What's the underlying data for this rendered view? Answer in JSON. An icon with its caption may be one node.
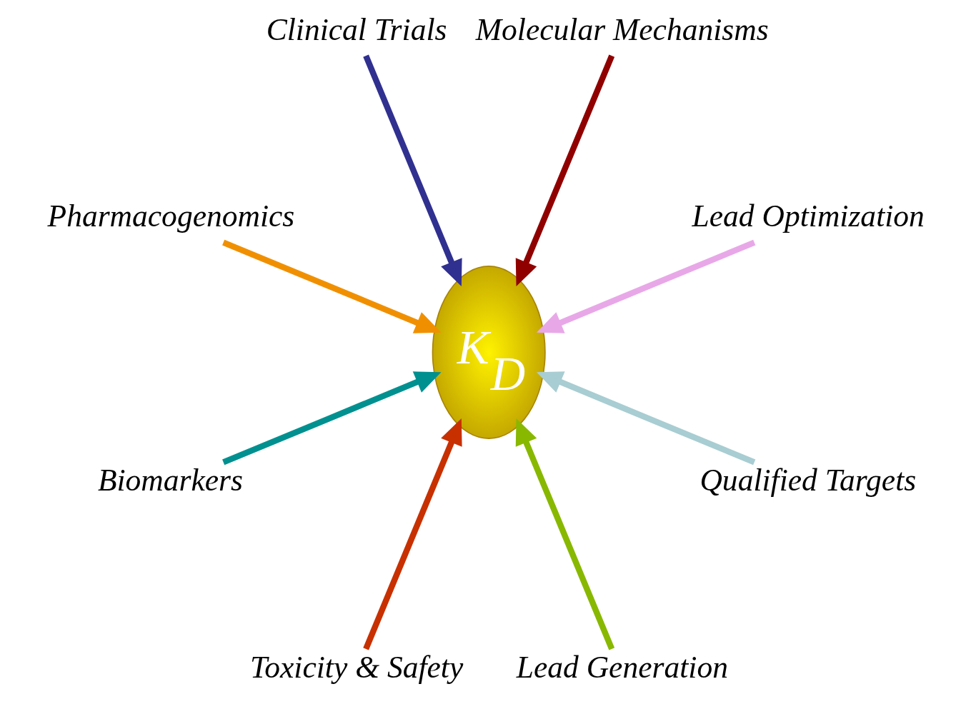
{
  "diagram": {
    "nodes": [
      {
        "text": [
          "K$_{D}$"
        ]
      },
      {
        "text": [
          "Qualified Targets"
        ]
      },
      {
        "text": [
          "Lead Generation"
        ]
      },
      {
        "text": [
          "Toxicity & Safety"
        ]
      },
      {
        "text": [
          "Biomarkers"
        ]
      },
      {
        "text": [
          "Pharmacogenomics"
        ]
      },
      {
        "text": [
          "Clinical Trials"
        ]
      },
      {
        "text": [
          "Molecular Mechanisms"
        ]
      },
      {
        "text": [
          "Lead Optimization"
        ]
      }
    ],
    "edges": [
      {
        "from": 1,
        "to": 0,
        "arrow": "to",
        "color": "#a8cdd2"
      },
      {
        "from": 2,
        "to": 0,
        "arrow": "to",
        "color": "#88b800"
      },
      {
        "from": 3,
        "to": 0,
        "arrow": "to",
        "color": "#c83000"
      },
      {
        "from": 4,
        "to": 0,
        "arrow": "to",
        "color": "#009090"
      },
      {
        "from": 5,
        "to": 0,
        "arrow": "to",
        "color": "#f09000"
      },
      {
        "from": 6,
        "to": 0,
        "arrow": "to",
        "color": "#303090"
      },
      {
        "from": 7,
        "to": 0,
        "arrow": "to",
        "color": "#900000"
      },
      {
        "from": 8,
        "to": 0,
        "arrow": "to",
        "color": "#e8a8e8"
      }
    ]
  }
}
